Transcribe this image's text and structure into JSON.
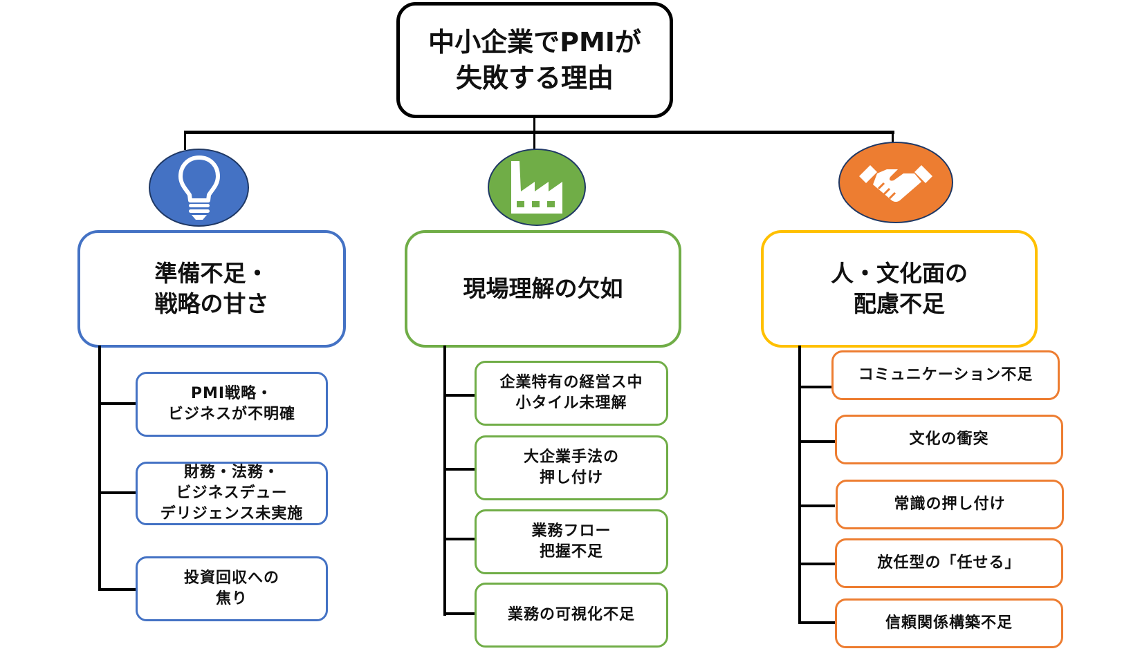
{
  "root": {
    "title_line1": "中小企業でPMIが",
    "title_line2": "失敗する理由"
  },
  "categories": [
    {
      "id": "preparation",
      "icon": "lightbulb-icon",
      "color": "#4472C4",
      "title_line1": "準備不足・",
      "title_line2": "戦略の甘さ",
      "items": [
        {
          "lines": [
            "PMI戦略・",
            "ビジネスが不明確"
          ]
        },
        {
          "lines": [
            "財務・法務・",
            "ビジネスデュー",
            "デリジェンス未実施"
          ]
        },
        {
          "lines": [
            "投資回収への",
            "焦り"
          ]
        }
      ]
    },
    {
      "id": "field",
      "icon": "factory-icon",
      "color": "#70AD47",
      "title_line1": "現場理解の欠如",
      "items": [
        {
          "lines": [
            "企業特有の経営ス中",
            "小タイル未理解"
          ]
        },
        {
          "lines": [
            "大企業手法の",
            "押し付け"
          ]
        },
        {
          "lines": [
            "業務フロー",
            "把握不足"
          ]
        },
        {
          "lines": [
            "業務の可視化不足"
          ]
        }
      ]
    },
    {
      "id": "culture",
      "icon": "handshake-icon",
      "color": "#ED7D31",
      "box_color": "#FFC000",
      "title_line1": "人・文化面の",
      "title_line2": "配慮不足",
      "items": [
        {
          "lines": [
            "コミュニケーション不足"
          ]
        },
        {
          "lines": [
            "文化の衝突"
          ]
        },
        {
          "lines": [
            "常識の押し付け"
          ]
        },
        {
          "lines": [
            "放任型の「任せる」"
          ]
        },
        {
          "lines": [
            "信頼関係構築不足"
          ]
        }
      ]
    }
  ]
}
